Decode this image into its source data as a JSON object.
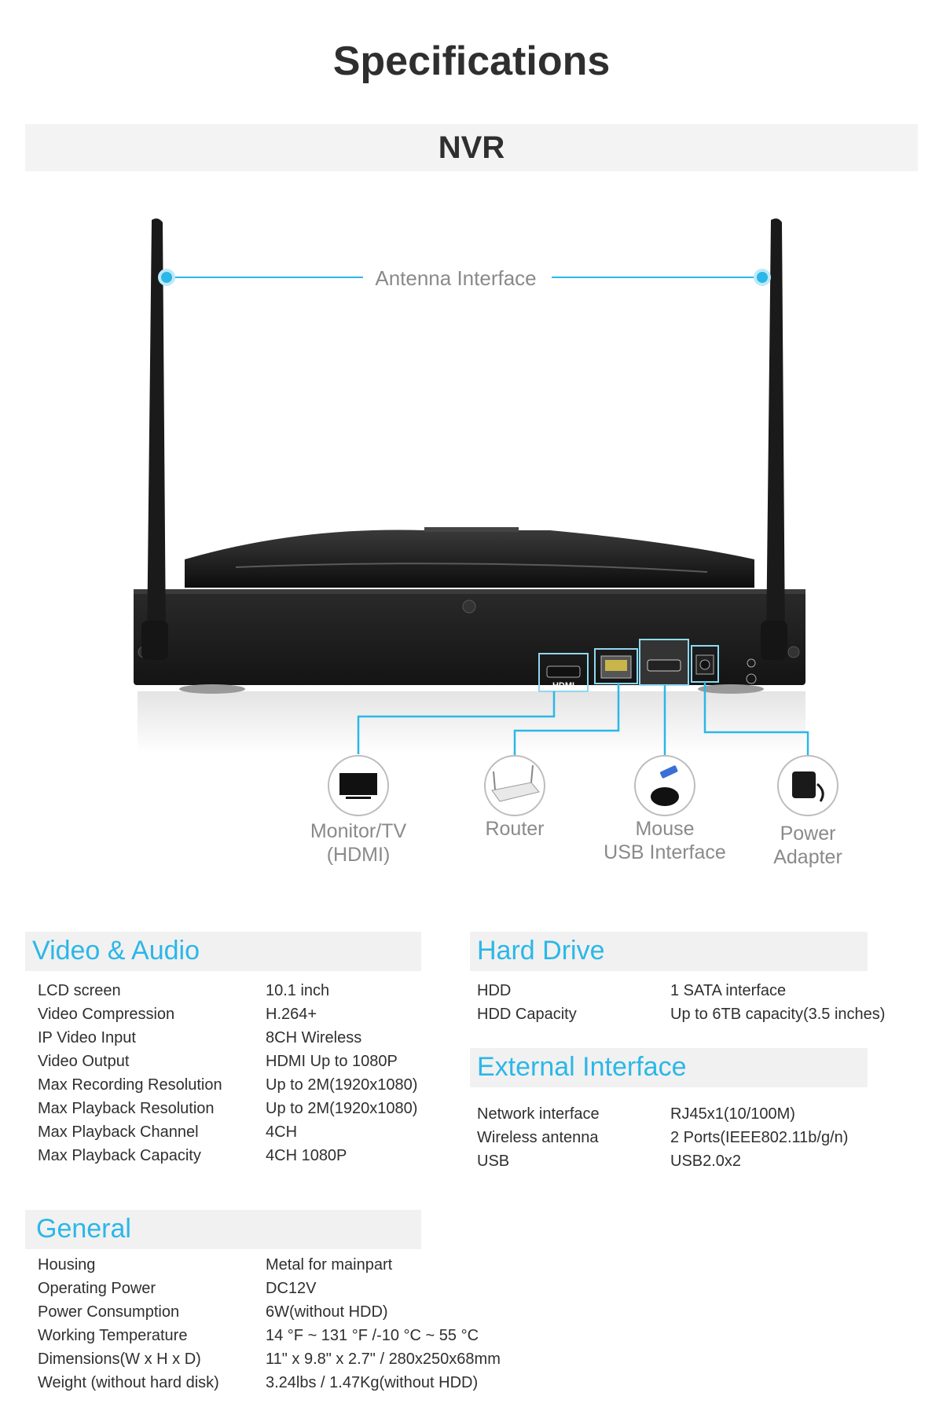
{
  "page_title": "Specifications",
  "section_title": "NVR",
  "figure": {
    "antenna_label": "Antenna Interface",
    "port_labels": [
      {
        "line1": "Monitor/TV",
        "line2": "(HDMI)",
        "icon": "monitor-icon"
      },
      {
        "line1": "Router",
        "line2": "",
        "icon": "router-icon"
      },
      {
        "line1": "Mouse",
        "line2": "USB Interface",
        "icon": "mouse-icon"
      },
      {
        "line1": "Power",
        "line2": "Adapter",
        "icon": "power-adapter-icon"
      }
    ],
    "device_markings": {
      "hdmi": "HDMI"
    }
  },
  "specs": {
    "video_audio": {
      "title": "Video & Audio",
      "rows": [
        {
          "key": "LCD screen",
          "value": "10.1 inch"
        },
        {
          "key": "Video Compression",
          "value": "H.264+"
        },
        {
          "key": "IP Video Input",
          "value": "8CH Wireless"
        },
        {
          "key": "Video Output",
          "value": "HDMI Up to 1080P"
        },
        {
          "key": "Max Recording Resolution",
          "value": "Up to 2M(1920x1080)"
        },
        {
          "key": "Max Playback Resolution",
          "value": "Up to 2M(1920x1080)"
        },
        {
          "key": "Max Playback Channel",
          "value": "4CH"
        },
        {
          "key": "Max Playback Capacity",
          "value": "4CH 1080P"
        }
      ]
    },
    "hard_drive": {
      "title": "Hard Drive",
      "rows": [
        {
          "key": "HDD",
          "value": "1 SATA interface"
        },
        {
          "key": "HDD Capacity",
          "value": "Up to 6TB capacity(3.5 inches)"
        }
      ]
    },
    "external_interface": {
      "title": "External Interface",
      "rows": [
        {
          "key": "Network interface",
          "value": "RJ45x1(10/100M)"
        },
        {
          "key": "Wireless antenna",
          "value": "2 Ports(IEEE802.11b/g/n)"
        },
        {
          "key": "USB",
          "value": "USB2.0x2"
        }
      ]
    },
    "general": {
      "title": "General",
      "rows": [
        {
          "key": "Housing",
          "value": "Metal for mainpart"
        },
        {
          "key": "Operating Power",
          "value": "DC12V"
        },
        {
          "key": "Power Consumption",
          "value": "6W(without HDD)"
        },
        {
          "key": "Working Temperature",
          "value": "14 °F ~ 131 °F /-10 °C ~ 55 °C"
        },
        {
          "key": "Dimensions(W x H x D)",
          "value": "11\" x 9.8\" x 2.7\" / 280x250x68mm"
        },
        {
          "key": "Weight (without hard disk)",
          "value": "3.24lbs / 1.47Kg(without HDD)"
        }
      ]
    }
  },
  "colors": {
    "accent": "#2bb7e8",
    "device": "#1e1e1e",
    "label": "#8a8a8a"
  }
}
